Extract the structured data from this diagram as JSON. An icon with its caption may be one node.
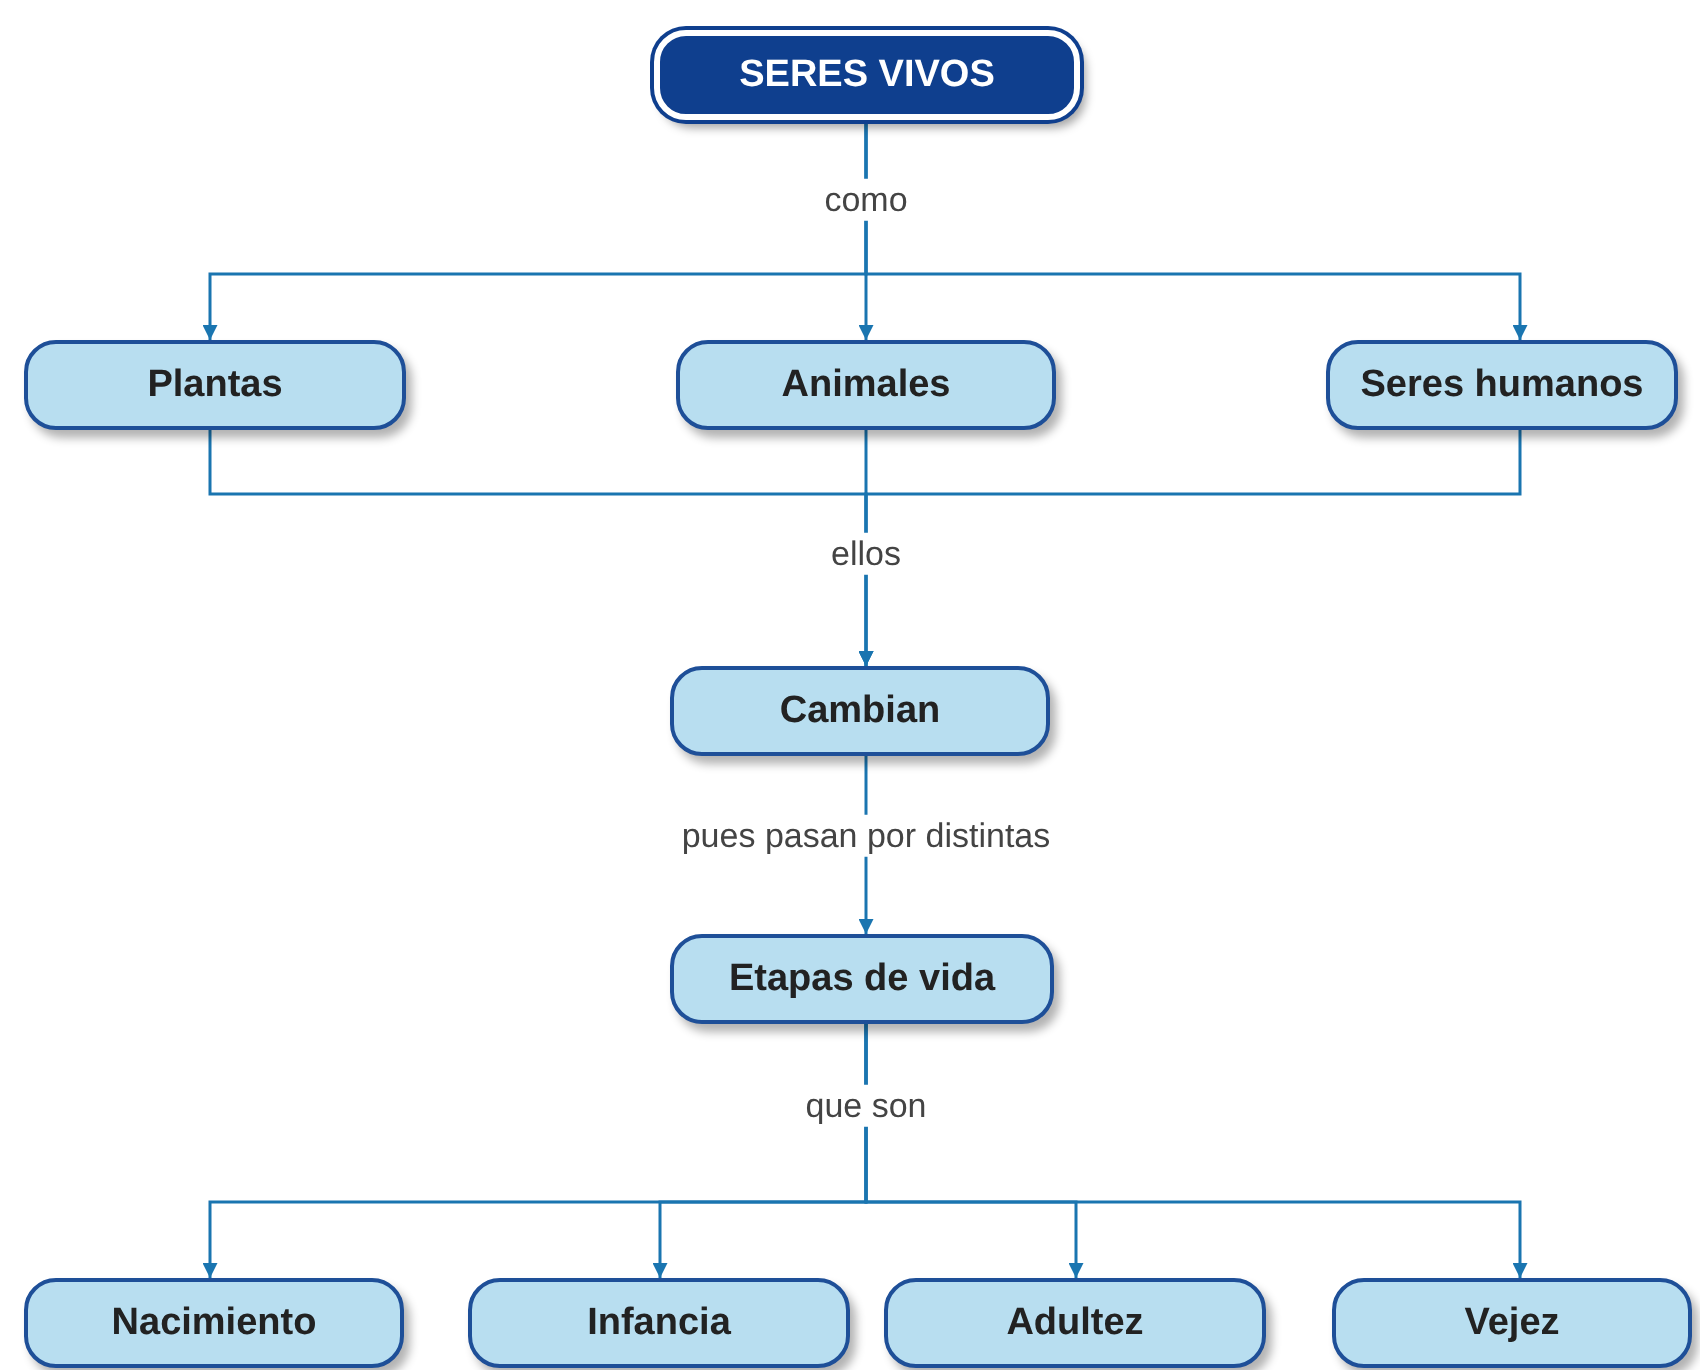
{
  "diagram": {
    "nodes": [
      {
        "text": [
          "SERES VIVOS"
        ]
      },
      {
        "text": [
          "Plantas"
        ]
      },
      {
        "text": [
          "Animales"
        ]
      },
      {
        "text": [
          "Seres humanos"
        ]
      },
      {
        "text": [
          "Cambian"
        ]
      },
      {
        "text": [
          "Etapas de vida"
        ]
      },
      {
        "text": [
          "Nacimiento"
        ]
      },
      {
        "text": [
          "Infancia"
        ]
      },
      {
        "text": [
          "Adultez"
        ]
      },
      {
        "text": [
          "Vejez"
        ]
      }
    ],
    "edges": [
      {
        "from": 0,
        "to": 1,
        "arrow": "to"
      },
      {
        "from": 0,
        "to": 2,
        "arrow": "to",
        "label": "como"
      },
      {
        "from": 0,
        "to": 3,
        "arrow": "to"
      },
      {
        "from": 1,
        "to": 4,
        "arrow": "to"
      },
      {
        "from": 2,
        "to": 4,
        "arrow": "to",
        "label": "ellos"
      },
      {
        "from": 3,
        "to": 4,
        "arrow": "to"
      },
      {
        "from": 4,
        "to": 5,
        "arrow": "to",
        "label": "pues pasan por distintas"
      },
      {
        "from": 5,
        "to": 6,
        "arrow": "to"
      },
      {
        "from": 5,
        "to": 7,
        "arrow": "to"
      },
      {
        "from": 5,
        "to": 8,
        "arrow": "to",
        "label": "que son"
      },
      {
        "from": 5,
        "to": 9,
        "arrow": "to"
      }
    ]
  }
}
